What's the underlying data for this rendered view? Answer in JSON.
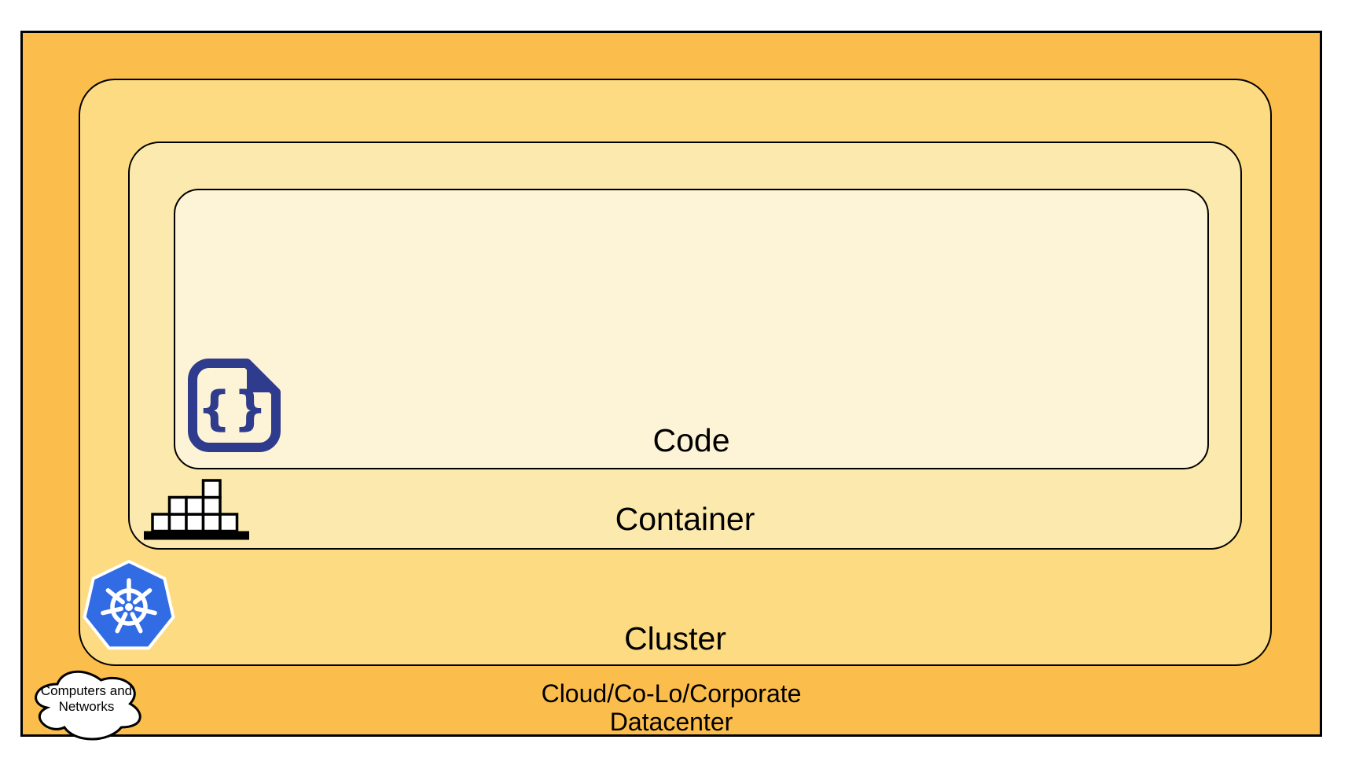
{
  "diagram": {
    "layers": {
      "code": {
        "label": "Code",
        "fill": "#FDF3D6"
      },
      "container": {
        "label": "Container",
        "fill": "#FCE9AD"
      },
      "cluster": {
        "label": "Cluster",
        "fill": "#FCDB82"
      },
      "datacenter": {
        "label_line1": "Cloud/Co-Lo/Corporate",
        "label_line2": "Datacenter",
        "fill": "#FBBD4B"
      }
    },
    "icons": {
      "code_file": {
        "name": "code-file-icon",
        "glyph": "{}",
        "color": "#2F3B8C"
      },
      "container_crates": {
        "name": "container-crates-icon",
        "color": "#000000"
      },
      "kubernetes": {
        "name": "kubernetes-icon",
        "color": "#326CE5"
      },
      "cloud": {
        "name": "cloud-icon",
        "line1": "Computers and",
        "line2": "Networks"
      }
    },
    "colors": {
      "border": "#000000",
      "icon_white": "#FFFFFF"
    }
  }
}
